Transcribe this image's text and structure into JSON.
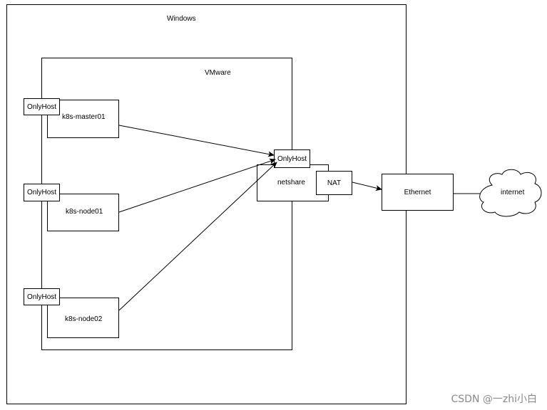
{
  "containers": {
    "windows": "Windows",
    "vmware": "VMware"
  },
  "vms": [
    {
      "name": "k8s-master01",
      "adapter": "OnlyHost"
    },
    {
      "name": "k8s-node01",
      "adapter": "OnlyHost"
    },
    {
      "name": "k8s-node02",
      "adapter": "OnlyHost"
    }
  ],
  "netshare": {
    "name": "netshare",
    "adapter": "OnlyHost",
    "nat": "NAT"
  },
  "ethernet": "Ethernet",
  "internet": "internet",
  "watermark": "CSDN @一zhi小白"
}
